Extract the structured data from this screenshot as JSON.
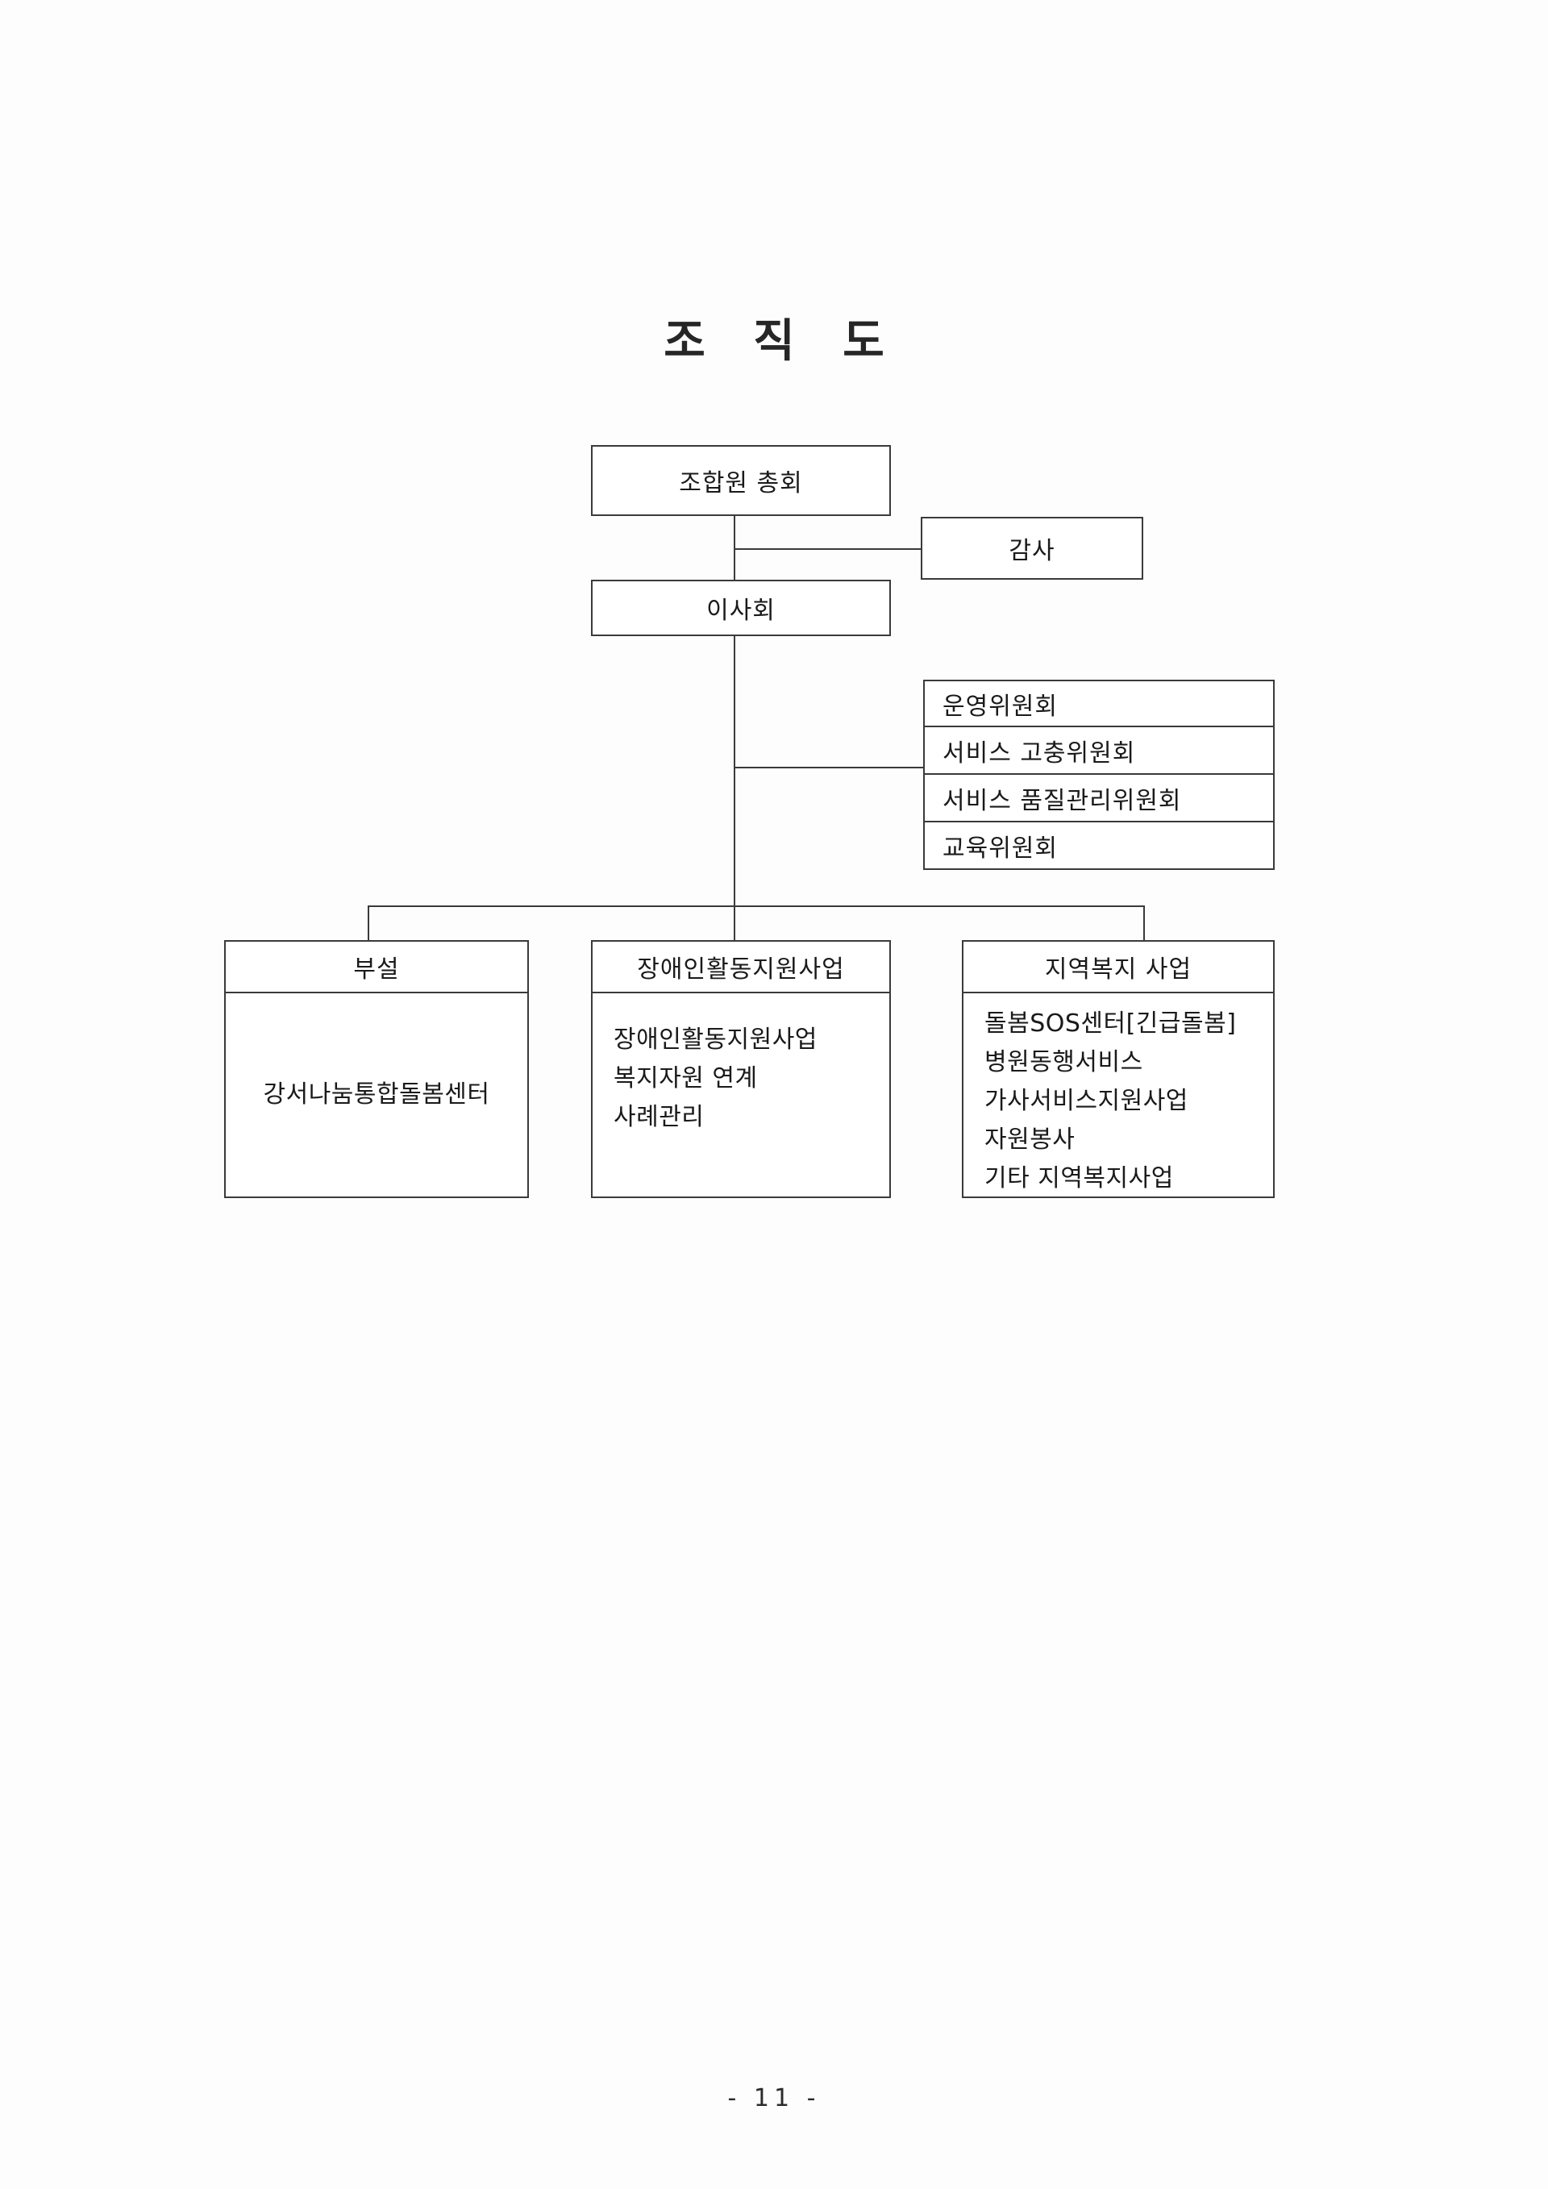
{
  "document": {
    "title": "조 직 도",
    "page_number": "- 11 -"
  },
  "chart_data": {
    "type": "diagram",
    "title": "조 직 도",
    "nodes": {
      "general_assembly": "조합원 총회",
      "auditor": "감사",
      "board": "이사회"
    },
    "committees": [
      {
        "label": "운영위원회"
      },
      {
        "label": "서비스 고충위원회"
      },
      {
        "label": "서비스 품질관리위원회"
      },
      {
        "label": "교육위원회"
      }
    ],
    "departments": [
      {
        "header": "부설",
        "items": [
          "강서나눔통합돌봄센터"
        ],
        "centered": true
      },
      {
        "header": "장애인활동지원사업",
        "items": [
          "장애인활동지원사업",
          "복지자원 연계",
          "사례관리"
        ],
        "centered": false
      },
      {
        "header": "지역복지 사업",
        "items": [
          "돌봄SOS센터[긴급돌봄]",
          "병원동행서비스",
          "가사서비스지원사업",
          "자원봉사",
          "기타 지역복지사업"
        ],
        "centered": false
      }
    ],
    "edges": [
      {
        "from": "조합원 총회",
        "to": "감사"
      },
      {
        "from": "조합원 총회",
        "to": "이사회"
      },
      {
        "from": "이사회",
        "to": "운영위원회 / 서비스 고충위원회 / 서비스 품질관리위원회 / 교육위원회"
      },
      {
        "from": "이사회",
        "to": "부설"
      },
      {
        "from": "이사회",
        "to": "장애인활동지원사업"
      },
      {
        "from": "이사회",
        "to": "지역복지 사업"
      }
    ],
    "colors": {
      "line": "#3a3a3a",
      "text": "#1a1a1a",
      "background": "#ffffff"
    }
  }
}
